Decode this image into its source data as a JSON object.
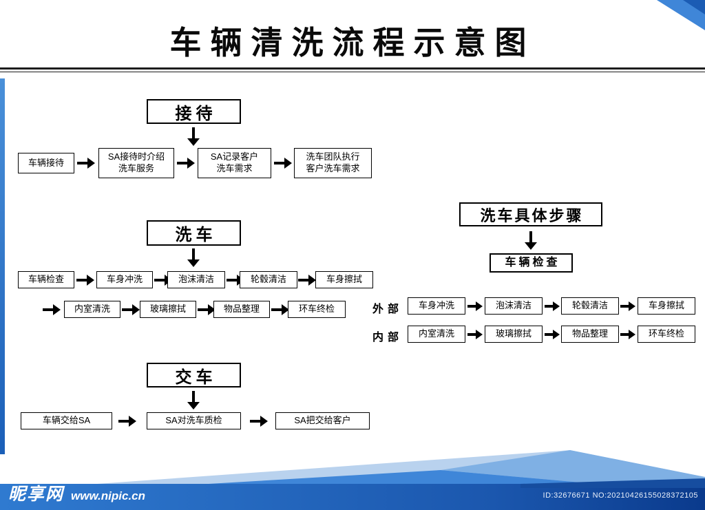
{
  "page": {
    "title": "车辆清洗流程示意图"
  },
  "reception": {
    "header": "接待",
    "steps": [
      [
        "车辆接待"
      ],
      [
        "SA接待时介绍",
        "洗车服务"
      ],
      [
        "SA记录客户",
        "洗车需求"
      ],
      [
        "洗车团队执行",
        "客户洗车需求"
      ]
    ]
  },
  "washing": {
    "header": "洗车",
    "row1": [
      "车辆检查",
      "车身冲洗",
      "泡沫清洁",
      "轮毂清洁",
      "车身擦拭"
    ],
    "row2": [
      "内室清洗",
      "玻璃擦拭",
      "物品整理",
      "环车终检"
    ]
  },
  "detail": {
    "header": "洗车具体步骤",
    "inspection": "车辆检查",
    "exterior_label": "外部",
    "exterior_steps": [
      "车身冲洗",
      "泡沫清洁",
      "轮毂清洁",
      "车身擦拭"
    ],
    "interior_label": "内部",
    "interior_steps": [
      "内室清洗",
      "玻璃擦拭",
      "物品整理",
      "环车终检"
    ]
  },
  "delivery": {
    "header": "交车",
    "steps": [
      "车辆交给SA",
      "SA对洗车质检",
      "SA把交给客户"
    ]
  },
  "footer": {
    "brand": "昵享网",
    "url": "www.nipic.cn",
    "id_no": "ID:32676671 NO:20210426155028372105"
  },
  "colors": {
    "accent_blue": "#2e79cf",
    "footer_deep_blue": "#0a3a8c",
    "footer_light_blue": "#b9d2ee"
  }
}
